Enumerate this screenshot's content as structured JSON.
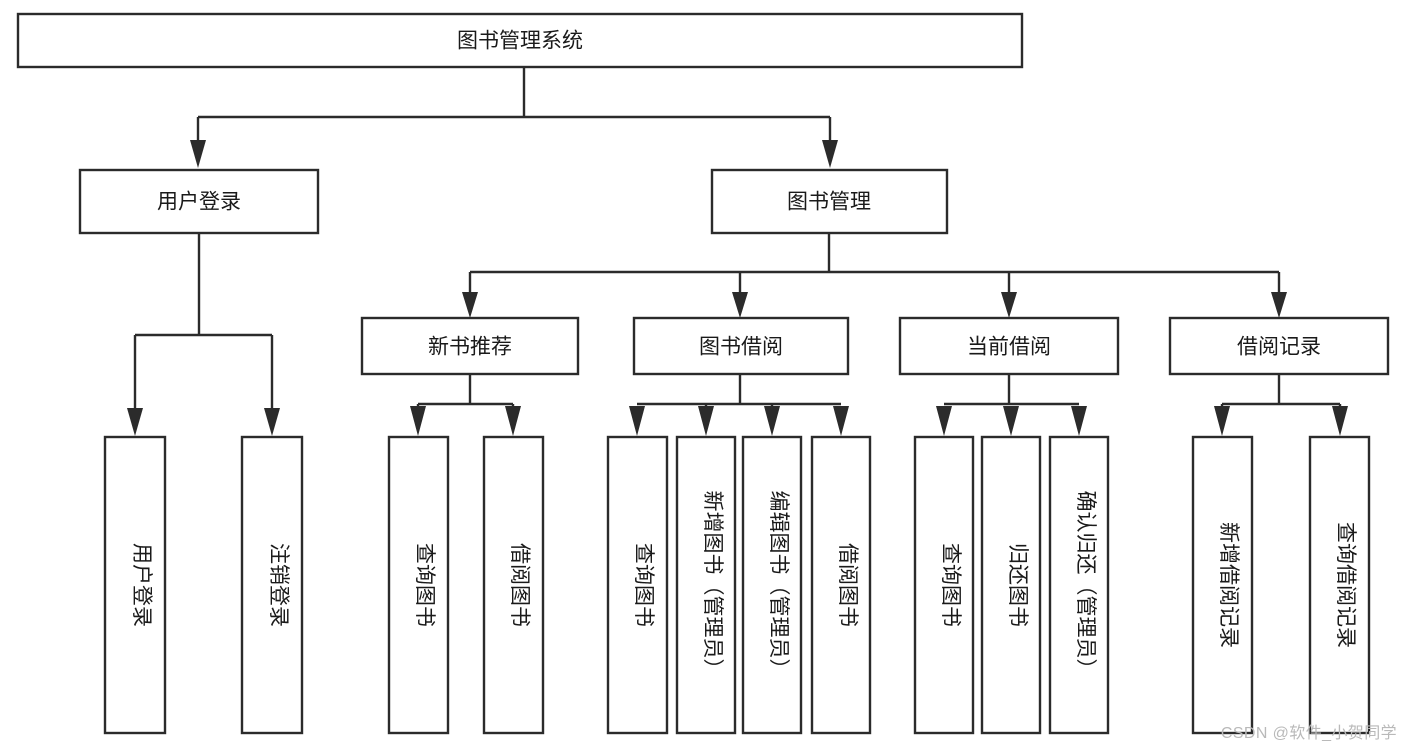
{
  "diagram": {
    "title": "图书管理系统",
    "type": "tree-hierarchy-diagram",
    "colors": {
      "background": "#ffffff",
      "stroke": "#2b2b2b",
      "node_fill": "#ffffff",
      "text": "#1a1a1a",
      "watermark": "#b9b9b9"
    },
    "root": {
      "label": "图书管理系统"
    },
    "level2": [
      {
        "label": "用户登录"
      },
      {
        "label": "图书管理"
      }
    ],
    "level3": [
      {
        "label": "新书推荐"
      },
      {
        "label": "图书借阅"
      },
      {
        "label": "当前借阅"
      },
      {
        "label": "借阅记录"
      }
    ],
    "leaves": {
      "user_login": [
        {
          "label": "用户登录"
        },
        {
          "label": "注销登录"
        }
      ],
      "new_book_recommend": [
        {
          "label": "查询图书"
        },
        {
          "label": "借阅图书"
        }
      ],
      "book_borrow": [
        {
          "label": "查询图书"
        },
        {
          "label": "新增图书（管理员）"
        },
        {
          "label": "编辑图书（管理员）"
        },
        {
          "label": "借阅图书"
        }
      ],
      "current_borrow": [
        {
          "label": "查询图书"
        },
        {
          "label": "归还图书"
        },
        {
          "label": "确认归还（管理员）"
        }
      ],
      "borrow_record": [
        {
          "label": "新增借阅记录"
        },
        {
          "label": "查询借阅记录"
        }
      ]
    }
  },
  "watermark": {
    "text": "CSDN @软件_小贺同学"
  }
}
